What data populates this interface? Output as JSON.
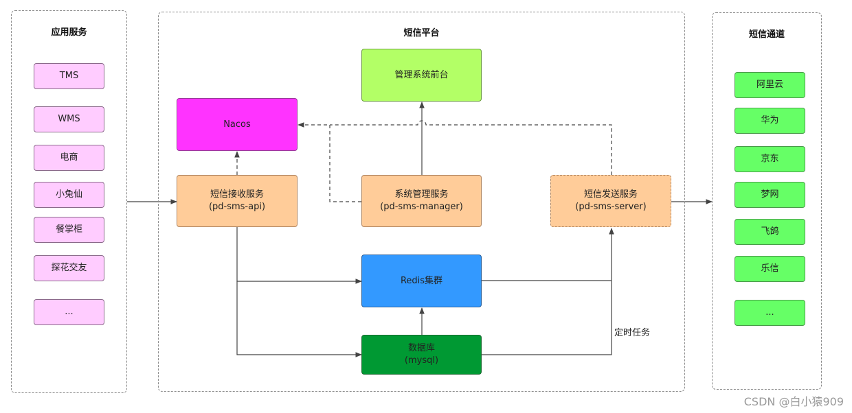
{
  "panels": {
    "apps_title": "应用服务",
    "platform_title": "短信平台",
    "channels_title": "短信通道"
  },
  "apps": [
    "TMS",
    "WMS",
    "电商",
    "小兔仙",
    "餐掌柜",
    "探花交友",
    "..."
  ],
  "channels": [
    "阿里云",
    "华为",
    "京东",
    "梦网",
    "飞鸽",
    "乐信",
    "..."
  ],
  "nodes": {
    "admin_frontend": "管理系统前台",
    "nacos": "Nacos",
    "receive_service": {
      "name": "短信接收服务",
      "id": "(pd-sms-api)"
    },
    "manager_service": {
      "name": "系统管理服务",
      "id": "(pd-sms-manager)"
    },
    "send_service": {
      "name": "短信发送服务",
      "id": "(pd-sms-server)"
    },
    "redis": "Redis集群",
    "database": {
      "name": "数据库",
      "id": "(mysql)"
    }
  },
  "edge_labels": {
    "scheduled_task": "定时任务"
  },
  "colors": {
    "apps": "#ffccff",
    "channels": "#66ff66",
    "admin_frontend": "#b3ff66",
    "nacos": "#ff33ff",
    "services": "#ffcc99",
    "redis": "#3399ff",
    "database": "#009933"
  },
  "watermark": "CSDN @白小猿909"
}
